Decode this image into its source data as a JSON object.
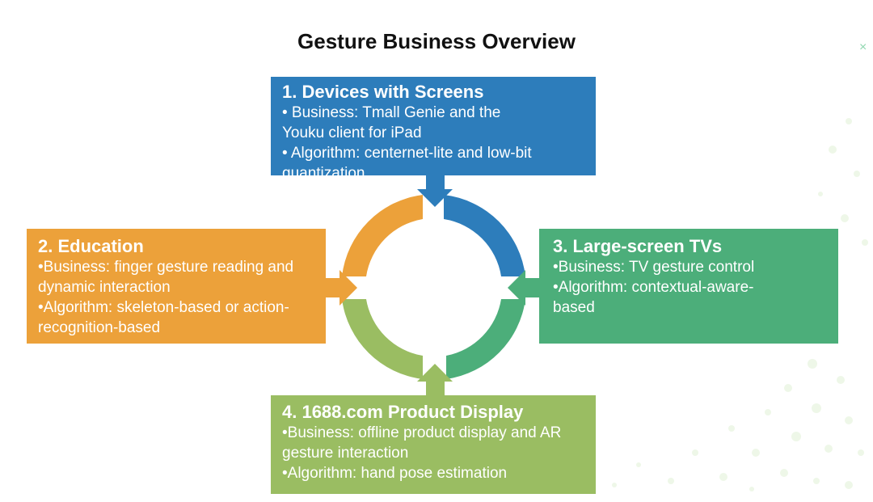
{
  "title": "Gesture Business Overview",
  "colors": {
    "devices": "#2d7dbb",
    "education": "#eca13a",
    "tvs": "#4cae7a",
    "display": "#9abd62"
  },
  "close_icon": "close-icon",
  "boxes": {
    "devices": {
      "heading": "1. Devices with Screens",
      "business": "• Business: Tmall Genie and the Youku client for iPad",
      "algorithm": "• Algorithm: centernet-lite and low-bit quantization"
    },
    "education": {
      "heading": "2. Education",
      "business": "•Business: finger gesture reading and dynamic interaction",
      "algorithm": "•Algorithm: skeleton-based or action-recognition-based"
    },
    "tvs": {
      "heading": "3. Large-screen TVs",
      "business": "•Business: TV gesture control",
      "algorithm": "•Algorithm: contextual-aware-based"
    },
    "display": {
      "heading": "4. 1688.com Product Display",
      "business": "•Business: offline product display and AR gesture interaction",
      "algorithm": "•Algorithm: hand pose estimation"
    }
  }
}
